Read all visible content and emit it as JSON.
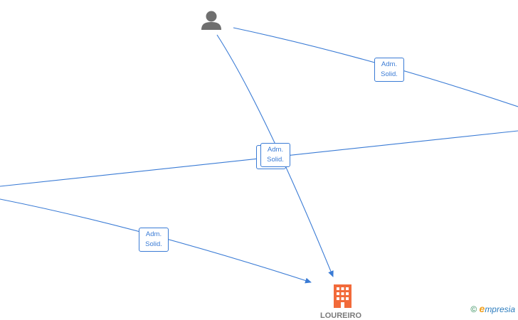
{
  "edges": [
    {
      "label_line1": "Adm.",
      "label_line2": "Solid."
    },
    {
      "label_line1": "Adm.",
      "label_line2": "Solid."
    },
    {
      "label_line1": "Adm.",
      "label_line2": "Solid."
    }
  ],
  "nodes": {
    "company": {
      "label": "LOUREIRO",
      "icon": "building-icon",
      "color": "#f26a3a"
    },
    "person": {
      "icon": "person-icon",
      "color": "#6f6f6f"
    }
  },
  "footer": {
    "copyright_symbol": "©",
    "brand_first": "e",
    "brand_rest": "mpresia"
  },
  "colors": {
    "edge": "#3a7bd5",
    "label_text": "#7a7a7a"
  }
}
